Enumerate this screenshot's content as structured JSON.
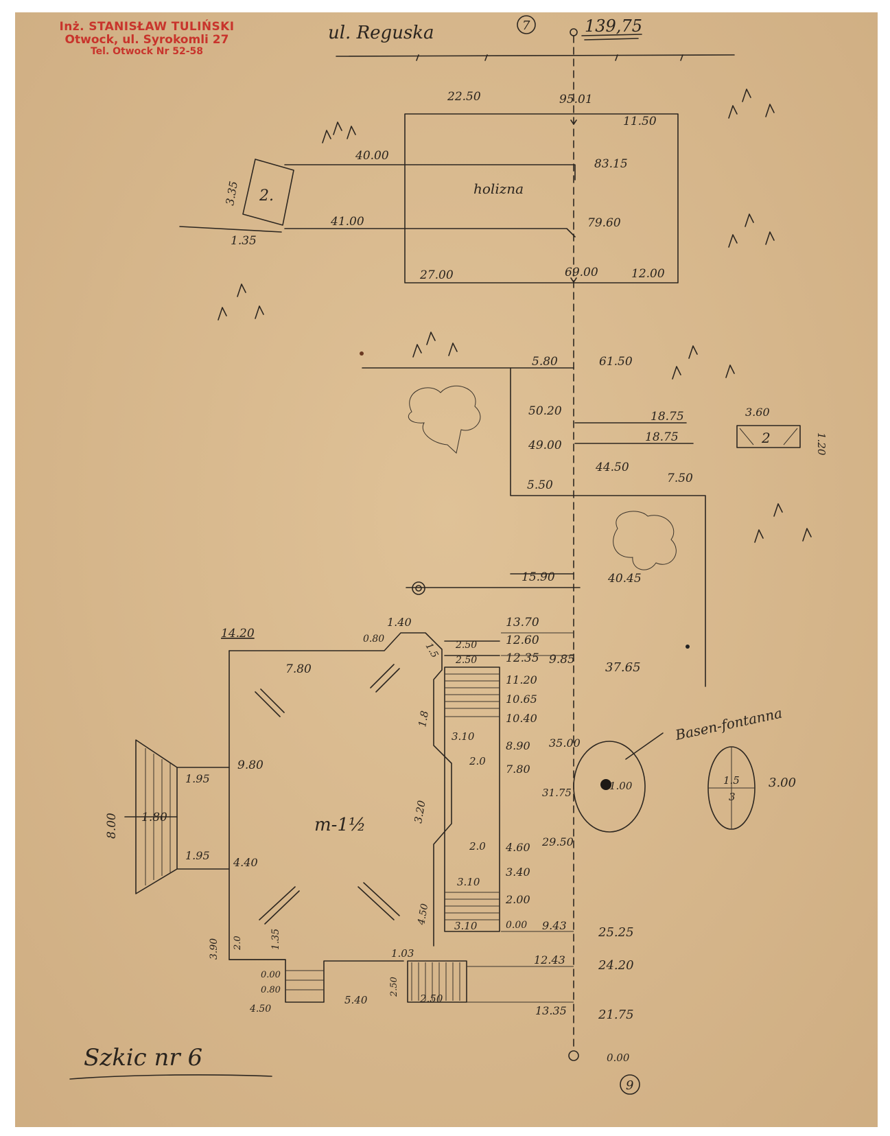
{
  "stamp": {
    "line1": "Inż. STANISŁAW TULIŃSKI",
    "line2": "Otwock, ul. Syrokomli 27",
    "line3": "Tel. Otwock Nr 52-58"
  },
  "street": "ul. Reguska",
  "point_top": "7",
  "point_bottom": "9",
  "top_chainage": "139,75",
  "title": "Szkic nr 6",
  "labels": {
    "field": "holizna",
    "house": "m-1½",
    "fountain": "Basen-fontanna",
    "shed_top": "2.",
    "shed_right": "2",
    "oval_top": "1.5",
    "oval_bottom": "3"
  },
  "measures": {
    "m_22_50": "22.50",
    "m_95_01": "95.01",
    "m_11_50": "11.50",
    "m_40_00": "40.00",
    "m_83_15": "83.15",
    "m_41_00": "41.00",
    "m_79_60": "79.60",
    "m_27_00": "27.00",
    "m_69_00": "69.00",
    "m_12_00": "12.00",
    "m_3_35": "3.35",
    "m_1_35": "1.35",
    "m_5_80": "5.80",
    "m_61_50": "61.50",
    "m_50_20": "50.20",
    "m_18_75a": "18.75",
    "m_18_75b": "18.75",
    "m_3_60": "3.60",
    "m_1_20": "1.20",
    "m_49_00": "49.00",
    "m_44_50": "44.50",
    "m_5_50": "5.50",
    "m_7_50": "7.50",
    "m_15_90": "15.90",
    "m_40_45": "40.45",
    "m_14_20": "14.20",
    "m_0_80a": "0.80",
    "m_1_40": "1.40",
    "m_1_5": "1.5",
    "m_13_70": "13.70",
    "m_2_50a": "2.50",
    "m_12_60": "12.60",
    "m_2_50b": "2.50",
    "m_12_35": "12.35",
    "m_9_85": "9.85",
    "m_37_65": "37.65",
    "m_7_80a": "7.80",
    "m_11_20": "11.20",
    "m_10_65": "10.65",
    "m_10_40": "10.40",
    "m_3_10a": "3.10",
    "m_8_90": "8.90",
    "m_35_00": "35.00",
    "m_2_0a": "2.0",
    "m_7_80b": "7.80",
    "m_9_80": "9.80",
    "m_1_95a": "1.95",
    "m_1_80": "1.80",
    "m_8_00": "8.00",
    "m_31_75": "31.75",
    "m_1_00": "1.00",
    "m_3_00": "3.00",
    "m_29_50": "29.50",
    "m_1_95b": "1.95",
    "m_4_40": "4.40",
    "m_2_0b": "2.0",
    "m_4_60": "4.60",
    "m_3_40": "3.40",
    "m_3_10b": "3.10",
    "m_2_00": "2.00",
    "m_3_20": "3.20",
    "m_1_8": "1.8",
    "m_4_50": "4.50",
    "m_3_10c": "3.10",
    "m_0_00a": "0.00",
    "m_9_43": "9.43",
    "m_25_25": "25.25",
    "m_3_90": "3.90",
    "m_2_0c": "2.0",
    "m_1_35b": "1.35",
    "m_1_03": "1.03",
    "m_0_00b": "0.00",
    "m_12_43": "12.43",
    "m_24_20": "24.20",
    "m_0_80b": "0.80",
    "m_5_40": "5.40",
    "m_2_50c": "2.50",
    "m_2_50d": "2.50",
    "m_4_50b": "4.50",
    "m_13_35": "13.35",
    "m_21_75": "21.75",
    "m_0_00c": "0.00"
  }
}
